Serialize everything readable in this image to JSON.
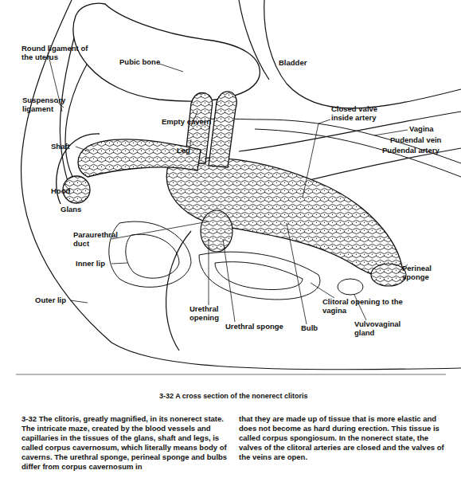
{
  "diagram": {
    "caption": "3-32 A cross section of the nonerect clitoris",
    "labels": [
      "Round ligament of the uterus",
      "Pubic bone",
      "Bladder",
      "Suspensory ligament",
      "Empty cavern",
      "Leg",
      "Closed valve inside artery",
      "Vagina",
      "Pudendal vein",
      "Pudendal artery",
      "Shaft",
      "Hood",
      "Glans",
      "Paraurethral duct",
      "Inner lip",
      "Outer lip",
      "Urethral opening",
      "Urethral sponge",
      "Bulb",
      "Clitoral opening to the vagina",
      "Vulvovaginal gland",
      "Perineal sponge",
      "3-32 The clitoris, greatly magnified, in its nonerect state. The intricate maze, created by the blood vessels and capillaries in the tissues of the glans, shaft and legs, is called corpus cavernosum, which literally means body of caverns. The urethral sponge, perineal sponge and bulbs differ from corpus cavernosum in",
      "that they are made up of tissue that is more elastic and does not become as hard during erection. This tissue is called corpus spongiosum. In the nonerect state, the valves of the clitoral arteries are closed and the valves of the veins are open."
    ]
  }
}
